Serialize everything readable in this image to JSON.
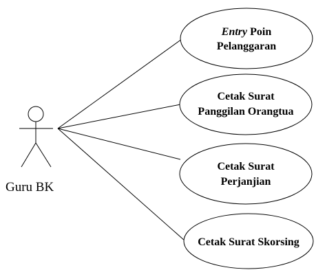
{
  "actor": {
    "label": "Guru BK"
  },
  "use_cases": [
    {
      "line1_em": "Entry",
      "line1_rest": " Poin",
      "line2": "Pelanggaran"
    },
    {
      "line1": "Cetak Surat",
      "line2": "Panggilan Orangtua"
    },
    {
      "line1": "Cetak Surat",
      "line2": "Perjanjian"
    },
    {
      "line1": "Cetak Surat Skorsing"
    }
  ]
}
